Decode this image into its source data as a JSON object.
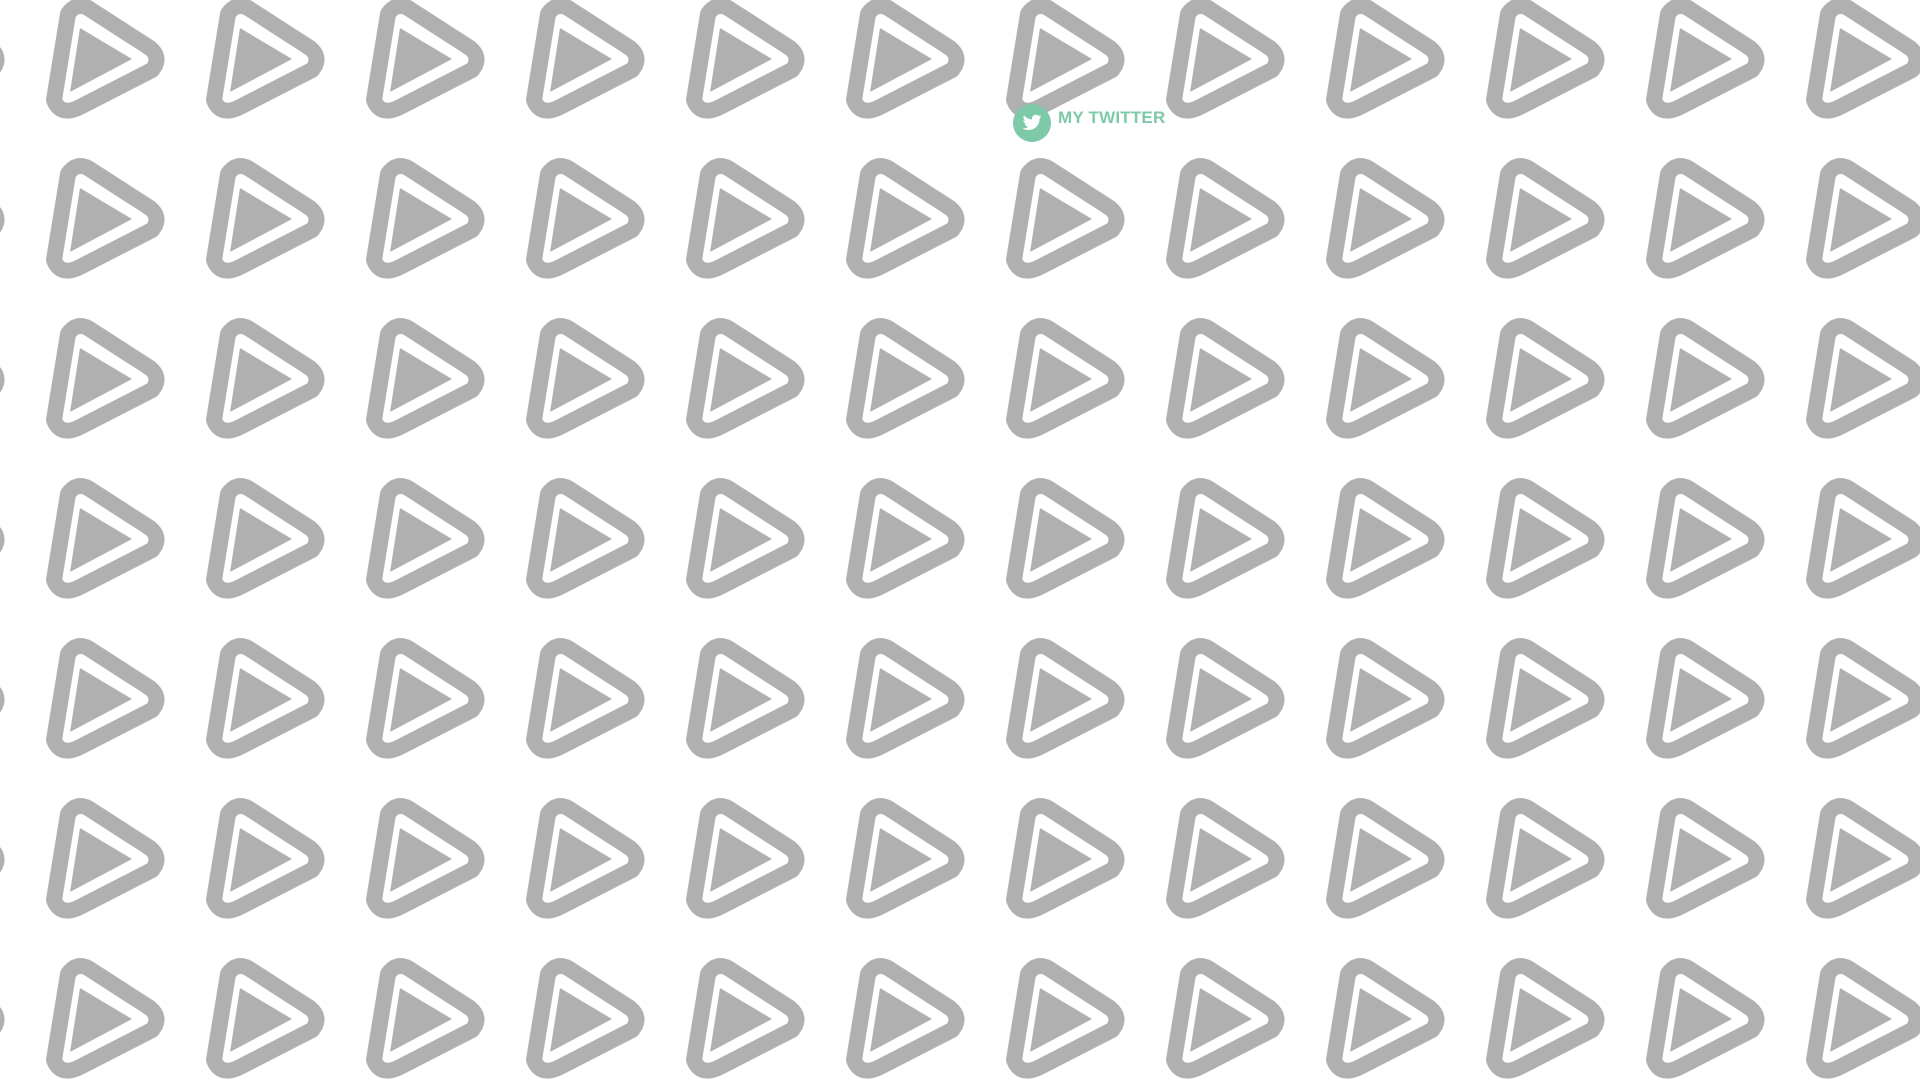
{
  "twitter_link": {
    "label": "MY TWITTER",
    "icon": "twitter-bird-icon"
  },
  "background_pattern": {
    "icon": "play-icon",
    "rows": 7,
    "columns": 13
  },
  "colors": {
    "background": "#ffffff",
    "icon_outline": "#b0b0b0",
    "icon_fill": "#b0b0b0",
    "twitter_accent": "#7dc9a8",
    "twitter_label_dark": "#5d6b74"
  }
}
